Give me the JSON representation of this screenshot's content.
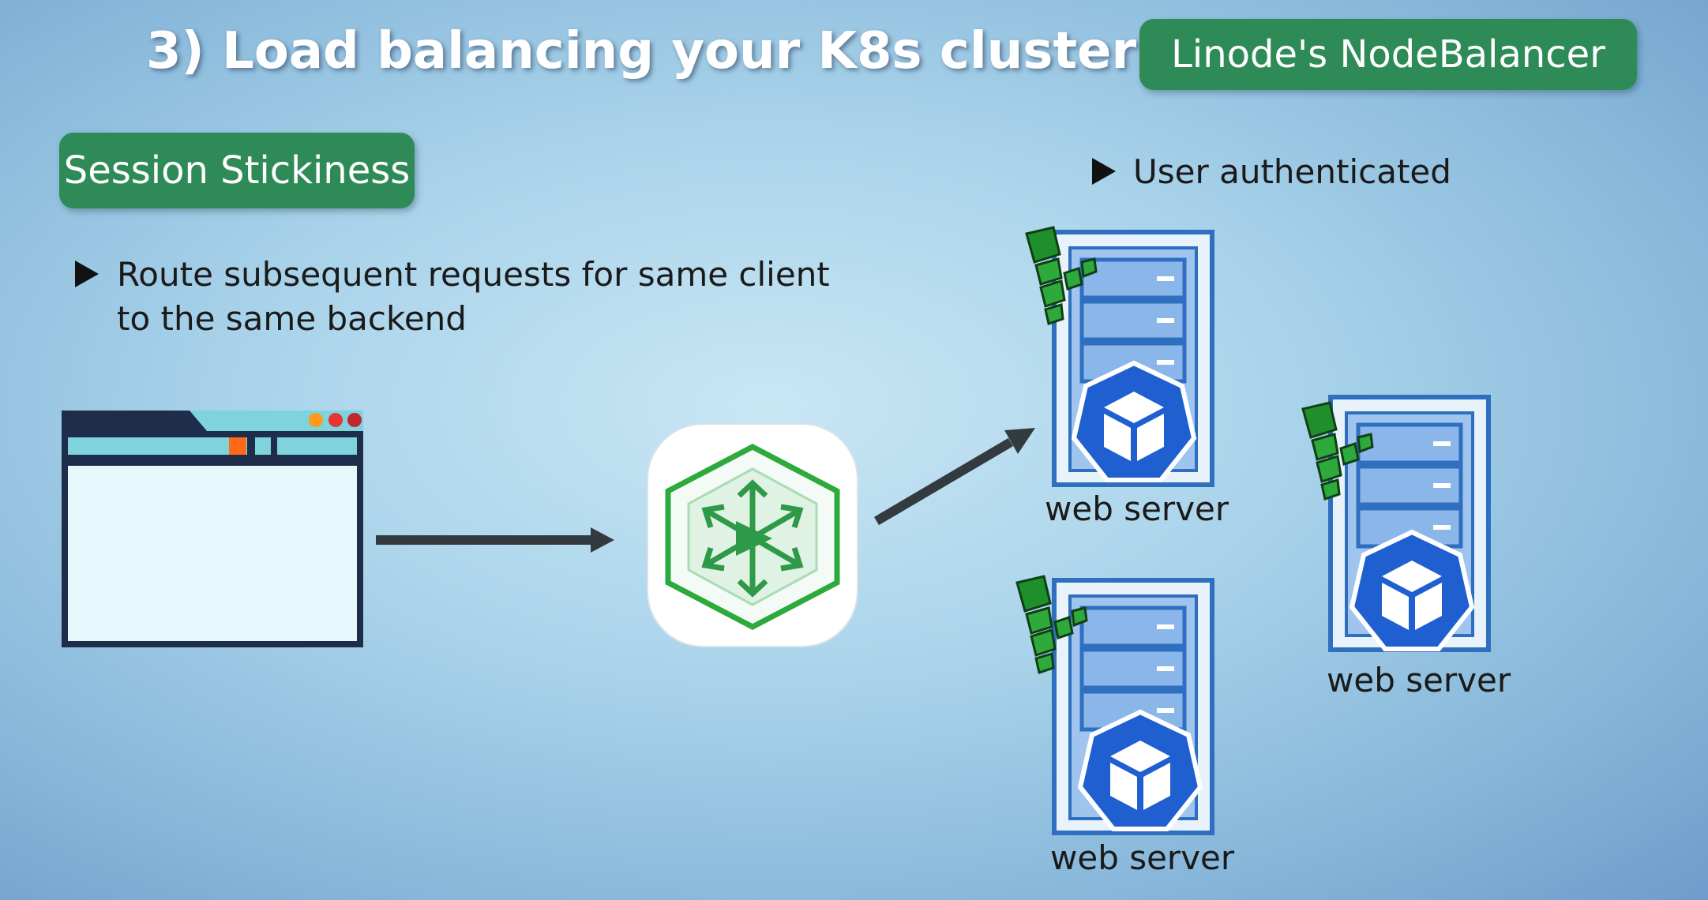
{
  "title": "3) Load balancing your K8s cluster",
  "badge_nodebalancer": "Linode's NodeBalancer",
  "badge_session": "Session Stickiness",
  "bullets": {
    "route_line1": "Route subsequent requests for same client",
    "route_line2": "to the same backend",
    "auth": "User authenticated"
  },
  "servers": [
    {
      "label": "web server"
    },
    {
      "label": "web server"
    },
    {
      "label": "web server"
    }
  ],
  "colors": {
    "pill_green": "#2e8b57",
    "server_blue": "#2f6fc0",
    "k8s_blue": "#1f5fd0",
    "linode_green": "#2eaa3c",
    "browser_dark": "#1e2d4a",
    "browser_teal": "#7fd3dc"
  },
  "icons": [
    "browser-window-icon",
    "nodebalancer-icon",
    "server-icon",
    "kubernetes-icon",
    "linode-icon",
    "arrow-icon",
    "bullet-triangle-icon"
  ]
}
